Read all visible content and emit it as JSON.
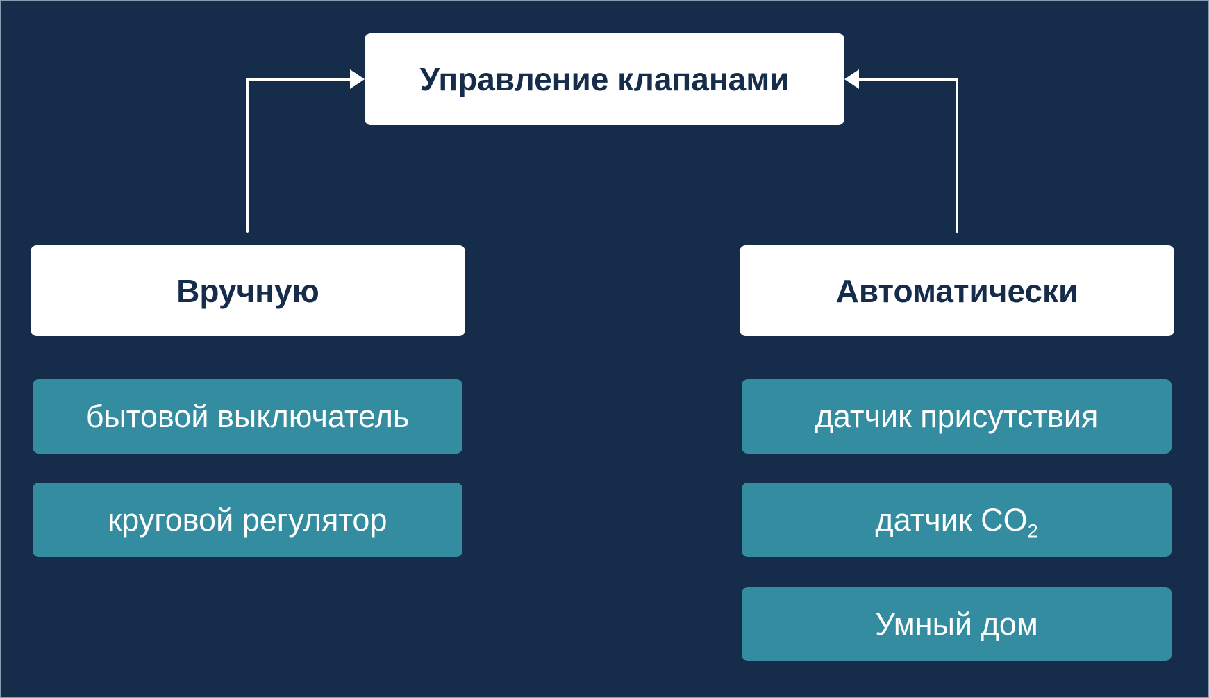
{
  "diagram": {
    "root": {
      "label": "Управление клапанами"
    },
    "categories": [
      {
        "label": "Вручную",
        "items": [
          {
            "label": "бытовой выключатель"
          },
          {
            "label": "круговой регулятор"
          }
        ]
      },
      {
        "label": "Автоматически",
        "items": [
          {
            "label": "датчик присутствия"
          },
          {
            "label": "датчик CO",
            "subscript": "2"
          },
          {
            "label": "Умный дом"
          }
        ]
      }
    ],
    "edges": [
      {
        "from": "Вручную",
        "to": "Управление клапанами"
      },
      {
        "from": "Автоматически",
        "to": "Управление клапанами"
      }
    ]
  },
  "colors": {
    "background": "#152d4a",
    "box_white": "#ffffff",
    "box_teal": "#338c9f",
    "text_dark": "#152d4a",
    "text_light": "#ffffff",
    "connector": "#ffffff"
  }
}
